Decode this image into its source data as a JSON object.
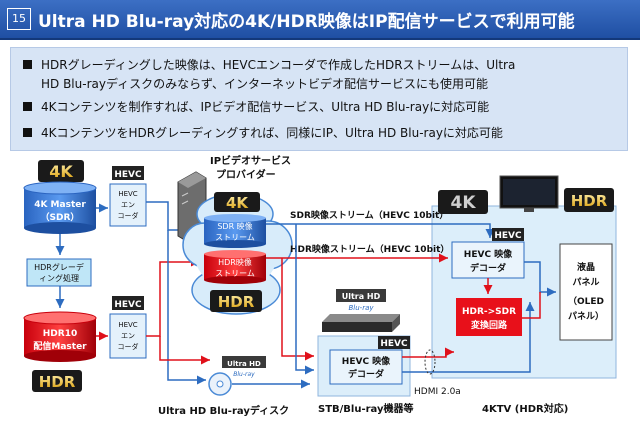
{
  "header": {
    "page_number": "15",
    "title": "Ultra HD Blu-ray対応の4K/HDR映像はIP配信サービスで利用可能"
  },
  "bullets": [
    {
      "line1": "HDRグレーディングした映像は、HEVCエンコーダで作成したHDRストリームは、Ultra",
      "line2": "HD Blu-rayディスクのみならず、インターネットビデオ配信サービスにも使用可能"
    },
    {
      "line1": "4Kコンテンツを制作すれば、IPビデオ配信サービス、Ultra HD Blu-rayに対応可能"
    },
    {
      "line1": "4KコンテンツをHDRグレーディングすれば、同様にIP、Ultra HD Blu-rayに対応可能"
    }
  ],
  "diagram": {
    "badges": {
      "k4": "4K",
      "hdr": "HDR",
      "hevc": "HEVC",
      "ultrahd": "Ultra HD",
      "bluray": "Blu-ray"
    },
    "master_4k": {
      "line1": "4K Master",
      "line2": "（SDR）"
    },
    "grading": {
      "line1": "HDRグレーデ",
      "line2": "ィング処理"
    },
    "master_hdr10": {
      "line1": "HDR10",
      "line2": "配信Master"
    },
    "encoder": {
      "line1": "HEVC",
      "line2": "エン",
      "line3": "コーダ"
    },
    "ip_provider": {
      "line1": "IPビデオサービス",
      "line2": "プロバイダー"
    },
    "sdr_stream": {
      "line1": "SDR 映像",
      "line2": "ストリーム"
    },
    "hdr_stream": {
      "line1": "HDR映像",
      "line2": "ストリーム"
    },
    "sdr_stream_label": "SDR映像ストリーム（HEVC 10bit）",
    "hdr_stream_label": "HDR映像ストリーム（HEVC 10bit）",
    "tv_decoder": {
      "line1": "HEVC 映像",
      "line2": "デコーダ"
    },
    "hdr_sdr_conv": {
      "line1": "HDR->SDR",
      "line2": "変換回路"
    },
    "lcd_panel": {
      "line1": "液晶",
      "line2": "パネル",
      "line3": "（OLED",
      "line4": "パネル）"
    },
    "stb_decoder": {
      "line1": "HEVC 映像",
      "line2": "デコーダ"
    },
    "hdmi_label": "HDMI 2.0a",
    "disc_label": "Ultra HD Blu-rayディスク",
    "stb_label": "STB/Blu-ray機器等",
    "tv_label": "4KTV (HDR対応)",
    "colors": {
      "blue": "#2d6cc0",
      "red": "#e0101a",
      "gold": "#e8a000",
      "lightblue": "#dceefa"
    }
  }
}
